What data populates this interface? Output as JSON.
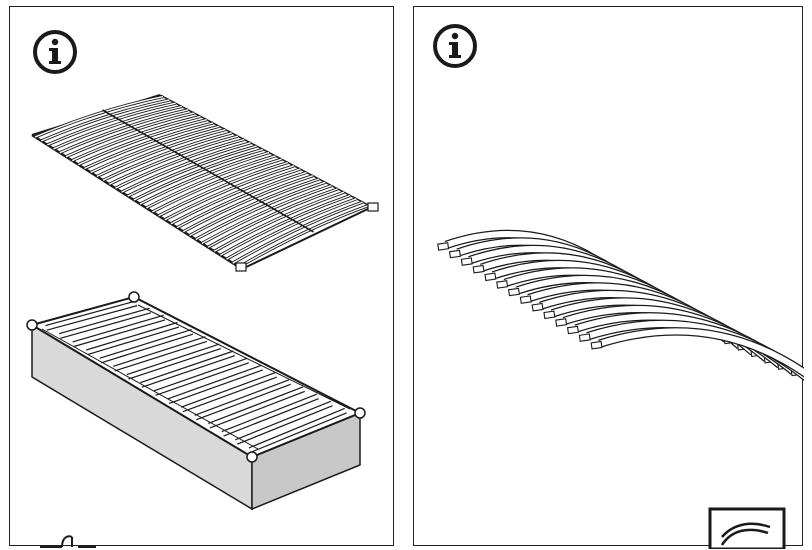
{
  "panels": [
    {
      "id": "left",
      "icons": [
        "info-icon"
      ],
      "illustrations": [
        "slatted-bed-base",
        "bed-frame-with-slats"
      ]
    },
    {
      "id": "right",
      "icons": [
        "info-icon"
      ],
      "illustrations": [
        "loose-curved-slats"
      ]
    }
  ],
  "colors": {
    "line": "#1a1a1a",
    "frame_fill": "#d9d9d9",
    "slat_fill": "#ffffff",
    "background": "#ffffff"
  }
}
